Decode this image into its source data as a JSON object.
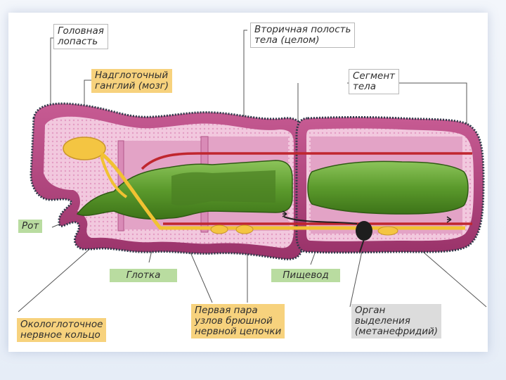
{
  "labels": {
    "head_lobe": [
      "Головная",
      "лопасть"
    ],
    "coelom": [
      "Вторичная полость",
      "тела (целом)"
    ],
    "ganglion": [
      "Надглоточный",
      "ганглий (мозг)"
    ],
    "segment": [
      "Сегмент",
      "тела"
    ],
    "mouth": "Рот",
    "pharynx": "Глотка",
    "esophagus": "Пищевод",
    "ring": [
      "Окологлоточное",
      "нервное кольцо"
    ],
    "ventral_nodes": [
      "Первая пара",
      "узлов брюшной",
      "нервной цепочки"
    ],
    "nephridium": [
      "Орган",
      "выделения",
      "(метанефридий)"
    ]
  },
  "colors": {
    "body_wall": "#b8477f",
    "coelom": "#e7a9cb",
    "gut": "#5f9c2d",
    "nerve": "#f1c232",
    "vessel": "#c0262e",
    "label_yellow": "#f7d27d",
    "label_green": "#b9dca0",
    "label_gray": "#dcdcdc"
  }
}
